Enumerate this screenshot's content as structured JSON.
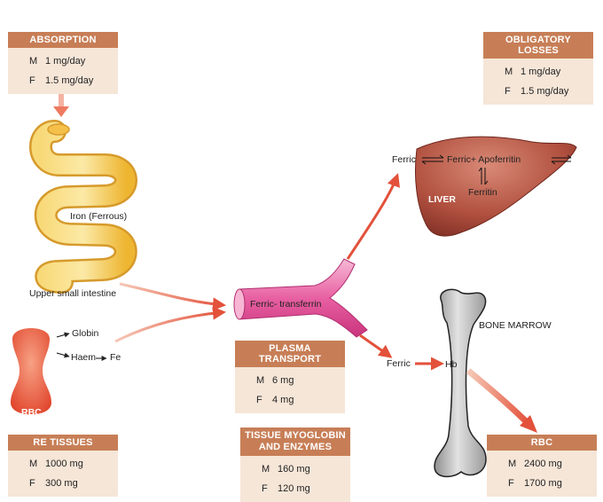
{
  "boxes": {
    "absorption": {
      "title": "ABSORPTION",
      "rows": [
        {
          "k": "M",
          "v": "1 mg/day"
        },
        {
          "k": "F",
          "v": "1.5 mg/day"
        }
      ]
    },
    "obligatory_losses": {
      "title": "OBLIGATORY LOSSES",
      "rows": [
        {
          "k": "M",
          "v": "1 mg/day"
        },
        {
          "k": "F",
          "v": "1.5 mg/day"
        }
      ]
    },
    "plasma_transport": {
      "title": "PLASMA TRANSPORT",
      "rows": [
        {
          "k": "M",
          "v": "6 mg"
        },
        {
          "k": "F",
          "v": "4 mg"
        }
      ]
    },
    "re_tissues": {
      "title": "RE TISSUES",
      "rows": [
        {
          "k": "M",
          "v": "1000 mg"
        },
        {
          "k": "F",
          "v": "300 mg"
        }
      ]
    },
    "tissue_myoglobin": {
      "title_line1": "TISSUE MYOGLOBIN",
      "title_line2": "AND ENZYMES",
      "rows": [
        {
          "k": "M",
          "v": "160 mg"
        },
        {
          "k": "F",
          "v": "120 mg"
        }
      ]
    },
    "rbc": {
      "title": "RBC",
      "rows": [
        {
          "k": "M",
          "v": "2400 mg"
        },
        {
          "k": "F",
          "v": "1700 mg"
        }
      ]
    }
  },
  "labels": {
    "iron_ferrous": "Iron (Ferrous)",
    "upper_small_intestine": "Upper small intestine",
    "ferric_transferrin": "Ferric- transferrin",
    "ferric_top": "Ferric",
    "ferric_apoferritin": "Ferric+ Apoferritin",
    "ferritin": "Ferritin",
    "liver": "LIVER",
    "bone_marrow": "BONE MARROW",
    "ferric_bottom": "Ferric",
    "hb": "Hb",
    "globin": "Globin",
    "haem": "Haem",
    "fe": "Fe",
    "rbc_cell": "RBC"
  },
  "colors": {
    "header": "#c77e56",
    "box_body": "#f6e6d8",
    "arrow": "#e8644a",
    "intestine": "#f5c040",
    "transferrin": "#e05a9a",
    "liver": "#a84a3c",
    "rbc_cell": "#e8513a",
    "bone": "#b0b0b0"
  }
}
